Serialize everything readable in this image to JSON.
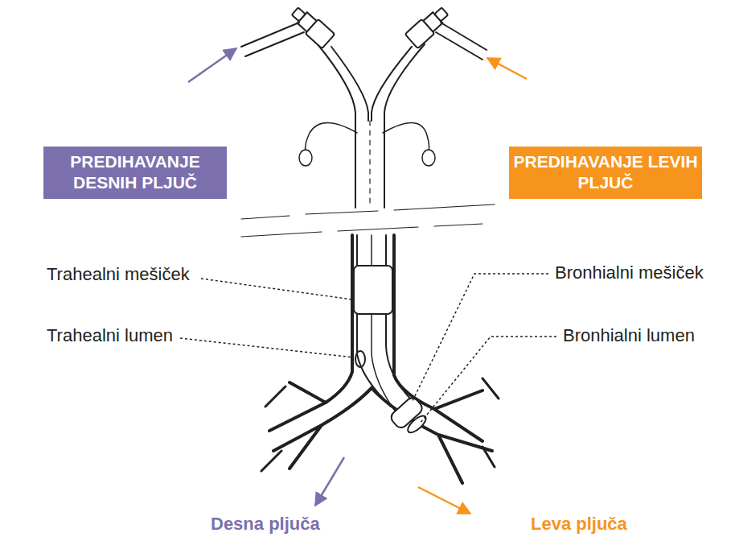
{
  "diagram": {
    "nodes": [
      {
        "text": [
          "PREDIHAVANJE DESNIH PLJUČ"
        ]
      },
      {
        "text": [
          "PREDIHAVANJE LEVIH PLJUČ"
        ]
      }
    ],
    "labels": [
      "Trahealni mešiček",
      "Bronhialni mešiček",
      "Trahealni lumen",
      "Bronhialni lumen",
      "Desna pljuča",
      "Leva pljuča"
    ]
  }
}
